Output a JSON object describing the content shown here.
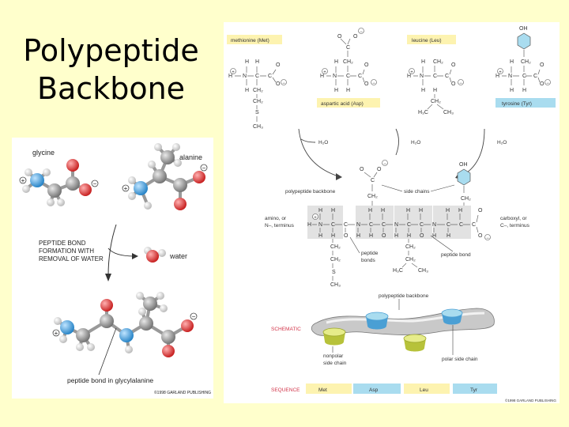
{
  "slide": {
    "title": "Polypeptide Backbone"
  },
  "left": {
    "glycine": "glycine",
    "alanine": "alanine",
    "step_line1": "PEPTIDE BOND",
    "step_line2": "FORMATION WITH",
    "step_line3": "REMOVAL OF WATER",
    "water": "water",
    "result": "peptide bond in glycylalanine",
    "copyright": "©1998 GARLAND PUBLISHING",
    "plus": "+",
    "minus": "−"
  },
  "right": {
    "met_label": "methionine (Met)",
    "leu_label": "leucine (Leu)",
    "asp_label": "aspartic acid (Asp)",
    "tyr_label": "tyrosine (Tyr)",
    "h2o": "H₂O",
    "backbone_label": "polypeptide backbone",
    "side_chains": "side chains",
    "amino_line1": "amino, or",
    "amino_line2": "N–, terminus",
    "carboxyl_line1": "carboxyl, or",
    "carboxyl_line2": "C–, terminus",
    "peptide_bonds_line1": "peptide",
    "peptide_bonds_line2": "bonds",
    "peptide_bond": "peptide bond",
    "backbone_label2": "polypeptide backbone",
    "schematic": "SCHEMATIC",
    "nonpolar_line1": "nonpolar",
    "nonpolar_line2": "side chain",
    "polar": "polar side chain",
    "sequence": "SEQUENCE",
    "seq": [
      "Met",
      "Asp",
      "Leu",
      "Tyr"
    ],
    "copyright": "©1998 GARLAND PUBLISHING",
    "atoms": {
      "H": "H",
      "N": "N",
      "C": "C",
      "O": "O",
      "S": "S",
      "OH": "OH",
      "CH2": "CH₂",
      "CH3": "CH₃",
      "H3C": "H₃C",
      "plus": "+",
      "minus": "−"
    }
  },
  "colors": {
    "background": "#ffffcc",
    "label_box": "#fdf3b0",
    "tyr_box": "#a9dcef",
    "backbone_shade": "#e2e2e2",
    "schematic_red": "#d2354a",
    "nitrogen": "#2b8fcf",
    "oxygen": "#d62a2a",
    "carbon": "#8a8a8a",
    "hydrogen": "#dedede"
  }
}
